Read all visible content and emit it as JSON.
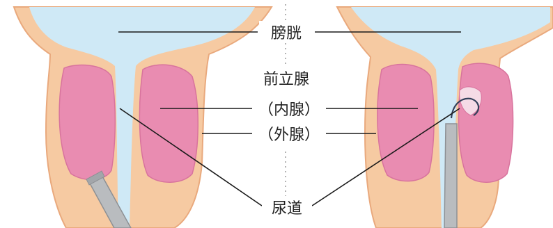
{
  "labels": {
    "bladder": "膀胱",
    "prostate": "前立腺",
    "inner_gland": "（内腺）",
    "outer_gland": "（外腺）",
    "urethra": "尿道"
  },
  "colors": {
    "bladder_interior": "#cfe9f6",
    "wall": "#f6caa2",
    "wall_outline": "#e9a97d",
    "gland": "#e98cb1",
    "gland_outline": "#d8739d",
    "instrument": "#b9bcbf",
    "instrument_outline": "#8d9094",
    "leader": "#1a1a1a",
    "text": "#222222"
  }
}
